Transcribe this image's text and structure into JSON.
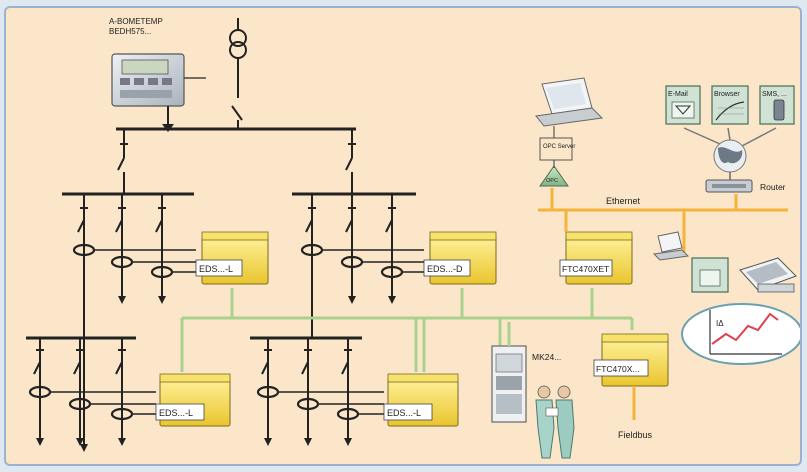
{
  "meter": {
    "label_line1": "A-BOMETEMP",
    "label_line2": "BEDH575..."
  },
  "devices": {
    "eds_1": "EDS...-L",
    "eds_2": "EDS...-D",
    "eds_3": "EDS...-L",
    "eds_4": "EDS...-L",
    "ftc_1": "FTC470XET",
    "ftc_2": "FTC470X..."
  },
  "network": {
    "ethernet": "Ethernet",
    "router": "Router",
    "fieldbus": "Fieldbus",
    "mk24": "MK24...",
    "opc_server": "OPC Server",
    "opc": "OPC"
  },
  "screens": {
    "email": "E-Mail",
    "browser": "Browser",
    "sms": "SMS, ..."
  },
  "trend": {
    "axis_label": "IΔ"
  },
  "colors": {
    "background": "#fbe6c9",
    "bus_line": "#a9d18e",
    "ethernet_line": "#f4b43c",
    "device_yellow": "#f1d94a"
  }
}
